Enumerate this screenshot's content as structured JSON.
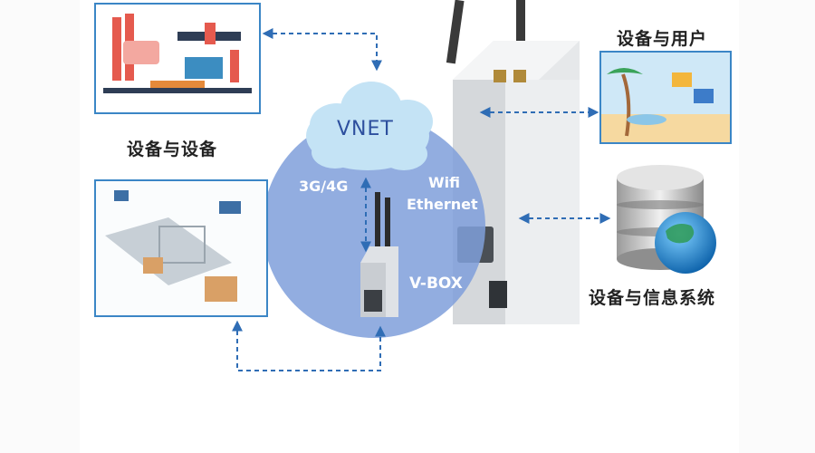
{
  "labels": {
    "device_to_device": "设备与设备",
    "device_to_user": "设备与用户",
    "device_to_info_system": "设备与信息系统"
  },
  "network": {
    "cloud_name": "VNET",
    "cellular": "3G/4G",
    "wifi": "Wifi",
    "ethernet": "Ethernet",
    "gateway": "V-BOX"
  },
  "colors": {
    "circle": "#7f9fdb",
    "frame": "#3b86c6",
    "arrow": "#2f6db5",
    "cloud": "#c4e3f5"
  },
  "icons": [
    "industrial-machine-illustration",
    "factory-conveyor-illustration",
    "beach-user-illustration",
    "database-globe-icon",
    "vbox-gateway-device",
    "router-hardware-device"
  ]
}
